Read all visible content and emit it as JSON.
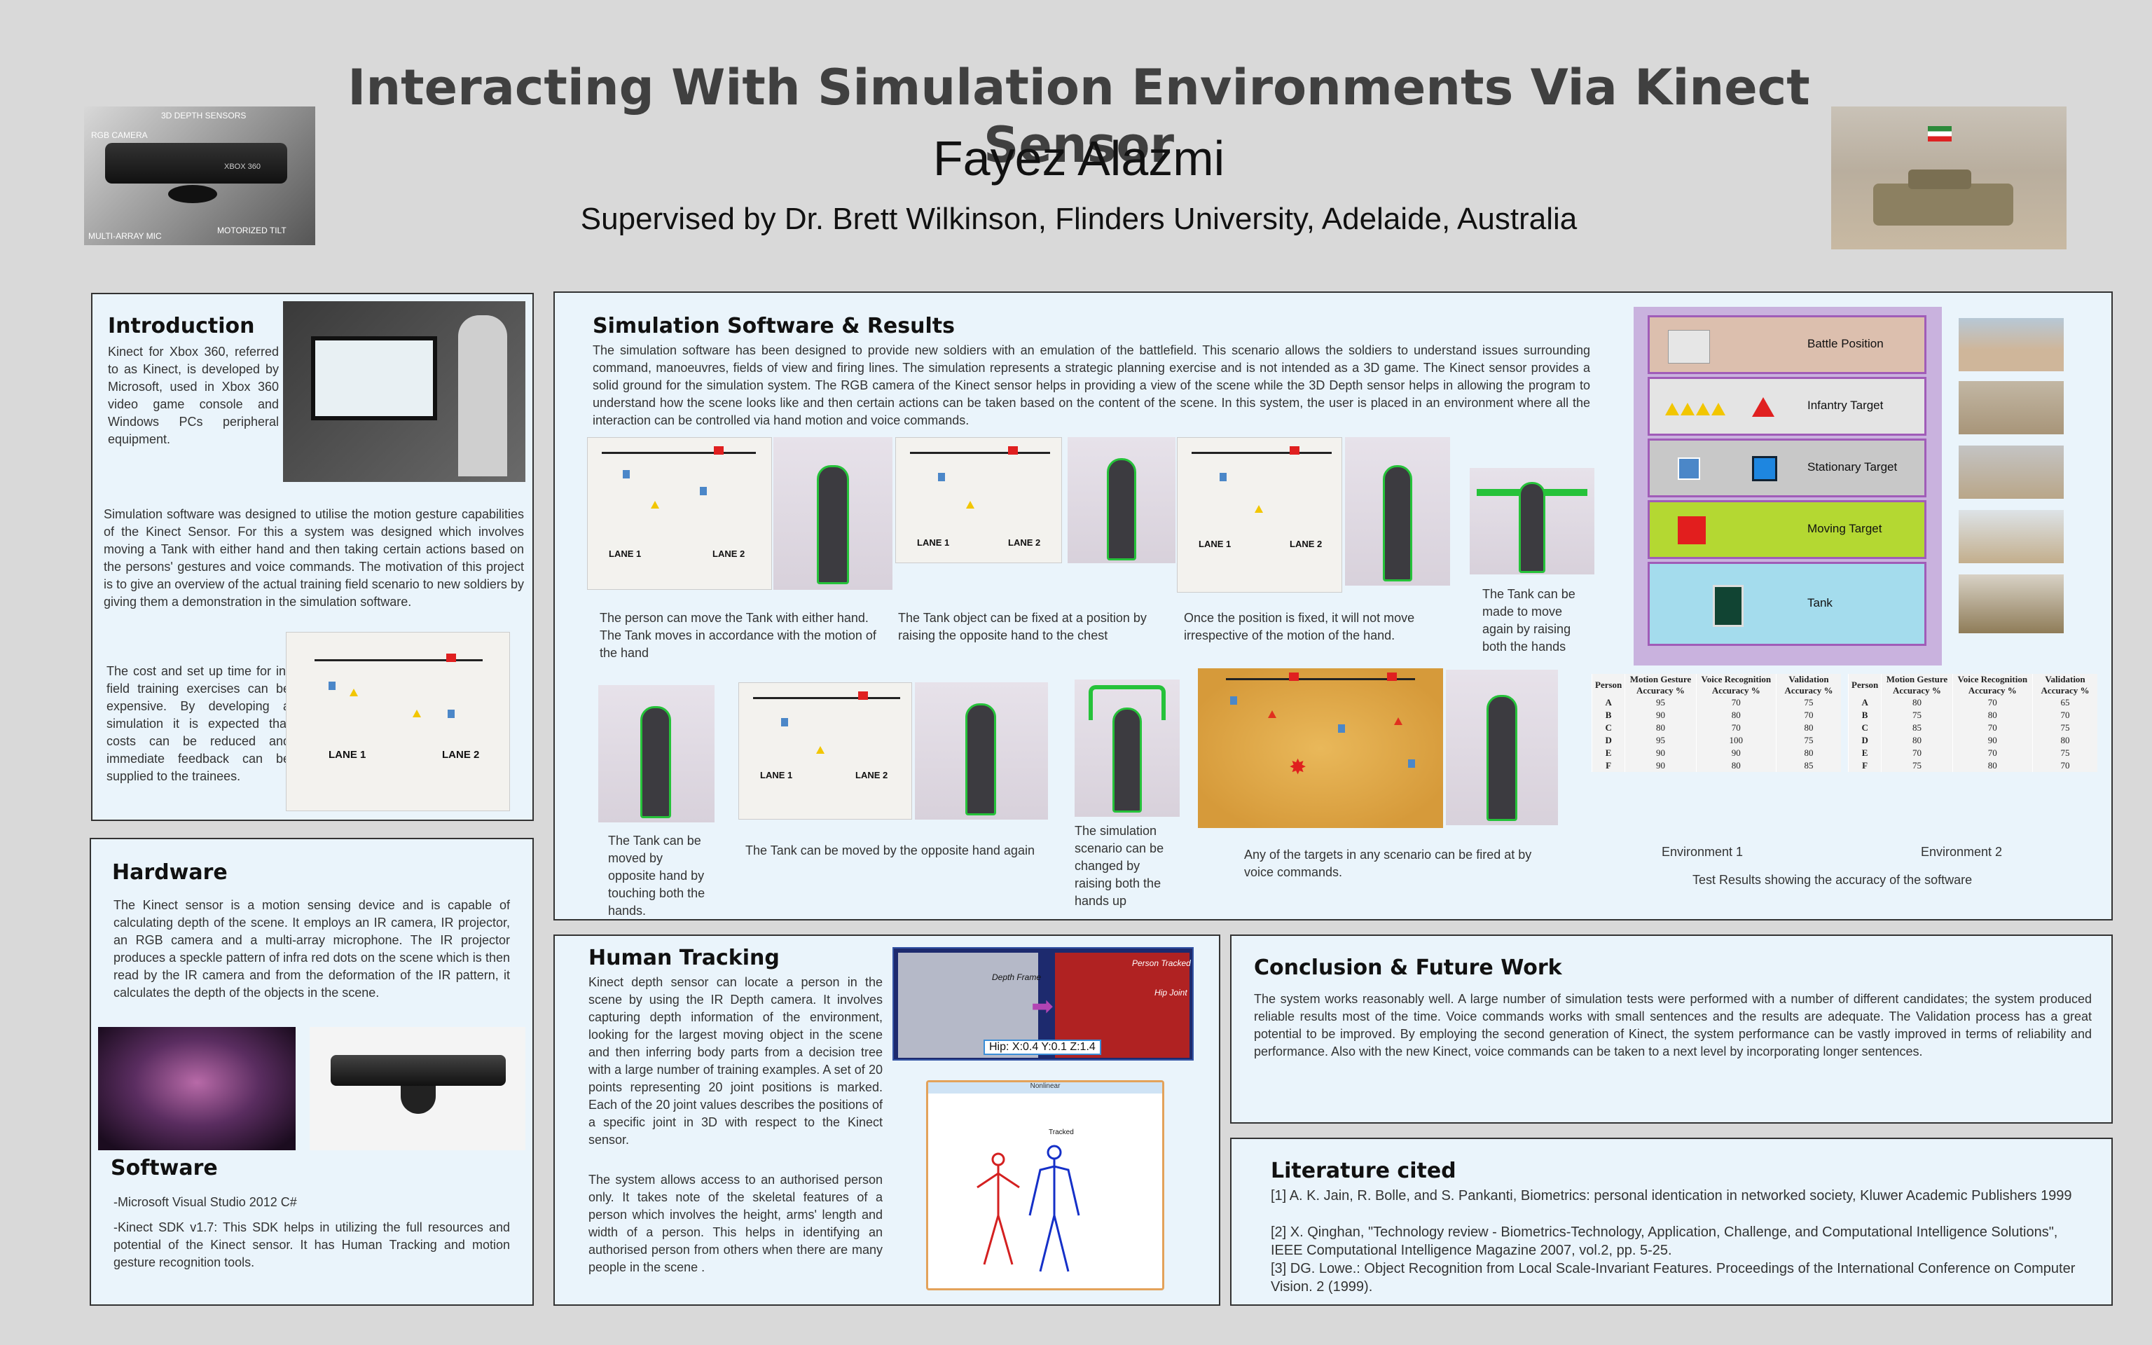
{
  "header": {
    "title": "Interacting With Simulation Environments Via Kinect Sensor",
    "author": "Fayez Alazmi",
    "supervisor": "Supervised by Dr. Brett Wilkinson, Flinders University, Adelaide, Australia",
    "kinect_labels": [
      "3D DEPTH SENSORS",
      "RGB CAMERA",
      "XBOX 360",
      "MULTI-ARRAY MIC",
      "MOTORIZED TILT"
    ]
  },
  "introduction": {
    "heading": "Introduction",
    "p1": "Kinect for Xbox 360, referred to as Kinect, is developed by Microsoft, used in Xbox 360 video game console and Windows PCs peripheral equipment.",
    "p2": "Simulation software was designed to utilise the motion gesture capabilities of the Kinect Sensor. For this a system was designed which involves moving a Tank with either hand and then taking certain actions based on the persons' gestures and voice commands. The motivation of this project is to give an overview of the actual training field scenario to new soldiers by giving them a demonstration in the simulation software.",
    "p3": "The cost and set up time for in-field training exercises can be expensive. By developing a simulation it is expected that costs can be reduced and immediate feedback can be supplied to the trainees."
  },
  "hardware": {
    "heading": "Hardware",
    "text": "The Kinect sensor is a motion sensing device and is capable of calculating depth of the scene. It employs an IR camera, IR projector, an RGB camera and a multi-array microphone. The IR projector produces a speckle pattern of infra red dots on the scene which is then read by the IR camera and from the deformation of the IR pattern, it calculates the depth of the objects in the scene."
  },
  "software": {
    "heading": "Software",
    "line1": "-Microsoft Visual Studio 2012 C#",
    "line2": "-Kinect SDK v1.7: This SDK helps in utilizing the full resources and potential of the Kinect sensor. It has Human Tracking and motion gesture recognition tools."
  },
  "simulation": {
    "heading": "Simulation Software & Results",
    "text": "The simulation software has been designed to provide new soldiers with an emulation of the battlefield. This scenario allows the soldiers to understand issues surrounding command, manoeuvres, fields of view and firing lines. The simulation represents a strategic planning exercise and is not intended as a 3D game. The Kinect sensor provides a solid ground for the simulation system. The RGB camera of the Kinect sensor helps in providing a view of the scene while the 3D Depth sensor helps in allowing the program to understand how the scene looks like and then certain actions can be taken based on the content of the scene. In this system, the user is placed in an environment where all the interaction can be controlled via hand motion and voice commands.",
    "captions": [
      "The person can move the Tank with either hand. The Tank moves in accordance with the motion of the hand",
      "The Tank object can be fixed at a position by raising the opposite hand to the chest",
      "Once the position is fixed, it will not move irrespective of the motion of the hand.",
      "The Tank can be made to move again by raising both the hands",
      "The Tank can be moved by opposite hand by touching both the hands.",
      "The Tank can be moved by the opposite hand again",
      "The simulation scenario can be changed by raising both the hands up",
      "Any of the targets in any scenario can be fired at by voice commands."
    ],
    "lane1": "LANE 1",
    "lane2": "LANE 2",
    "legend": [
      "Battle Position",
      "Infantry Target",
      "Stationary Target",
      "Moving Target",
      "Tank"
    ],
    "env1_label": "Environment 1",
    "env2_label": "Environment 2",
    "tables_caption": "Test Results showing the accuracy of the software",
    "table_headers": [
      "Person",
      "Motion Gesture Accuracy %",
      "Voice Recognition Accuracy %",
      "Validation Accuracy %"
    ],
    "env1_rows": [
      [
        "A",
        "95",
        "70",
        "75"
      ],
      [
        "B",
        "90",
        "80",
        "70"
      ],
      [
        "C",
        "80",
        "70",
        "80"
      ],
      [
        "D",
        "95",
        "100",
        "75"
      ],
      [
        "E",
        "90",
        "90",
        "80"
      ],
      [
        "F",
        "90",
        "80",
        "85"
      ]
    ],
    "env2_rows": [
      [
        "A",
        "80",
        "70",
        "65"
      ],
      [
        "B",
        "75",
        "80",
        "70"
      ],
      [
        "C",
        "85",
        "70",
        "75"
      ],
      [
        "D",
        "80",
        "90",
        "80"
      ],
      [
        "E",
        "70",
        "70",
        "75"
      ],
      [
        "F",
        "75",
        "80",
        "70"
      ]
    ]
  },
  "human_tracking": {
    "heading": "Human Tracking",
    "text1": "Kinect depth sensor can locate a person in the scene by using the IR Depth camera. It involves capturing depth information of the environment, looking for the largest moving object in the scene and then inferring body parts from a decision tree with a large number of training examples. A set of 20 points representing 20 joint positions is marked. Each of the 20 joint values describes the positions of a specific joint in 3D with respect to the Kinect sensor.",
    "text2": "The system allows access to an authorised person only. It takes note of the skeletal features of a person which involves the height, arms' length and width of a person. This helps in identifying an authorised person from others when there are many people in the scene .",
    "depth_label": "Depth Frame",
    "tracked_label": "Person Tracked",
    "hip_label": "Hip Joint",
    "hip_coords": "Hip: X:0.4 Y:0.1 Z:1.4",
    "skel_window_title": "Nonlinear",
    "skel_tracked": "Tracked"
  },
  "conclusion": {
    "heading": "Conclusion & Future Work",
    "text": "The system works reasonably well. A large number of simulation tests were performed with a number of different candidates; the system produced reliable results most of the time. Voice commands works with small sentences and the results are adequate. The Validation process has a great potential to be improved. By employing the second generation of Kinect, the system performance can be vastly improved in terms of reliability and performance. Also with the new Kinect, voice commands can be taken to a next level by incorporating longer sentences."
  },
  "literature": {
    "heading": "Literature cited",
    "refs": [
      "[1] A. K. Jain, R. Bolle, and S. Pankanti, Biometrics: personal identication in networked society, Kluwer Academic Publishers 1999",
      "[2] X. Qinghan, \"Technology review - Biometrics-Technology, Application, Challenge, and Computational Intelligence Solutions\", IEEE Computational Intelligence Magazine 2007, vol.2, pp. 5-25.",
      "[3] DG. Lowe.: Object Recognition from Local Scale-Invariant Features. Proceedings of the International Conference on Computer Vision. 2 (1999)."
    ]
  },
  "colors": {
    "panel_bg": "#eaf4fb",
    "page_bg": "#d9d9d9",
    "legend_border": "#a05cb8",
    "battle": "#dcbfae",
    "infantry": "#e4e4e4",
    "stationary": "#c8c8c8",
    "moving": "#b4d832",
    "tank": "#a4dced"
  }
}
